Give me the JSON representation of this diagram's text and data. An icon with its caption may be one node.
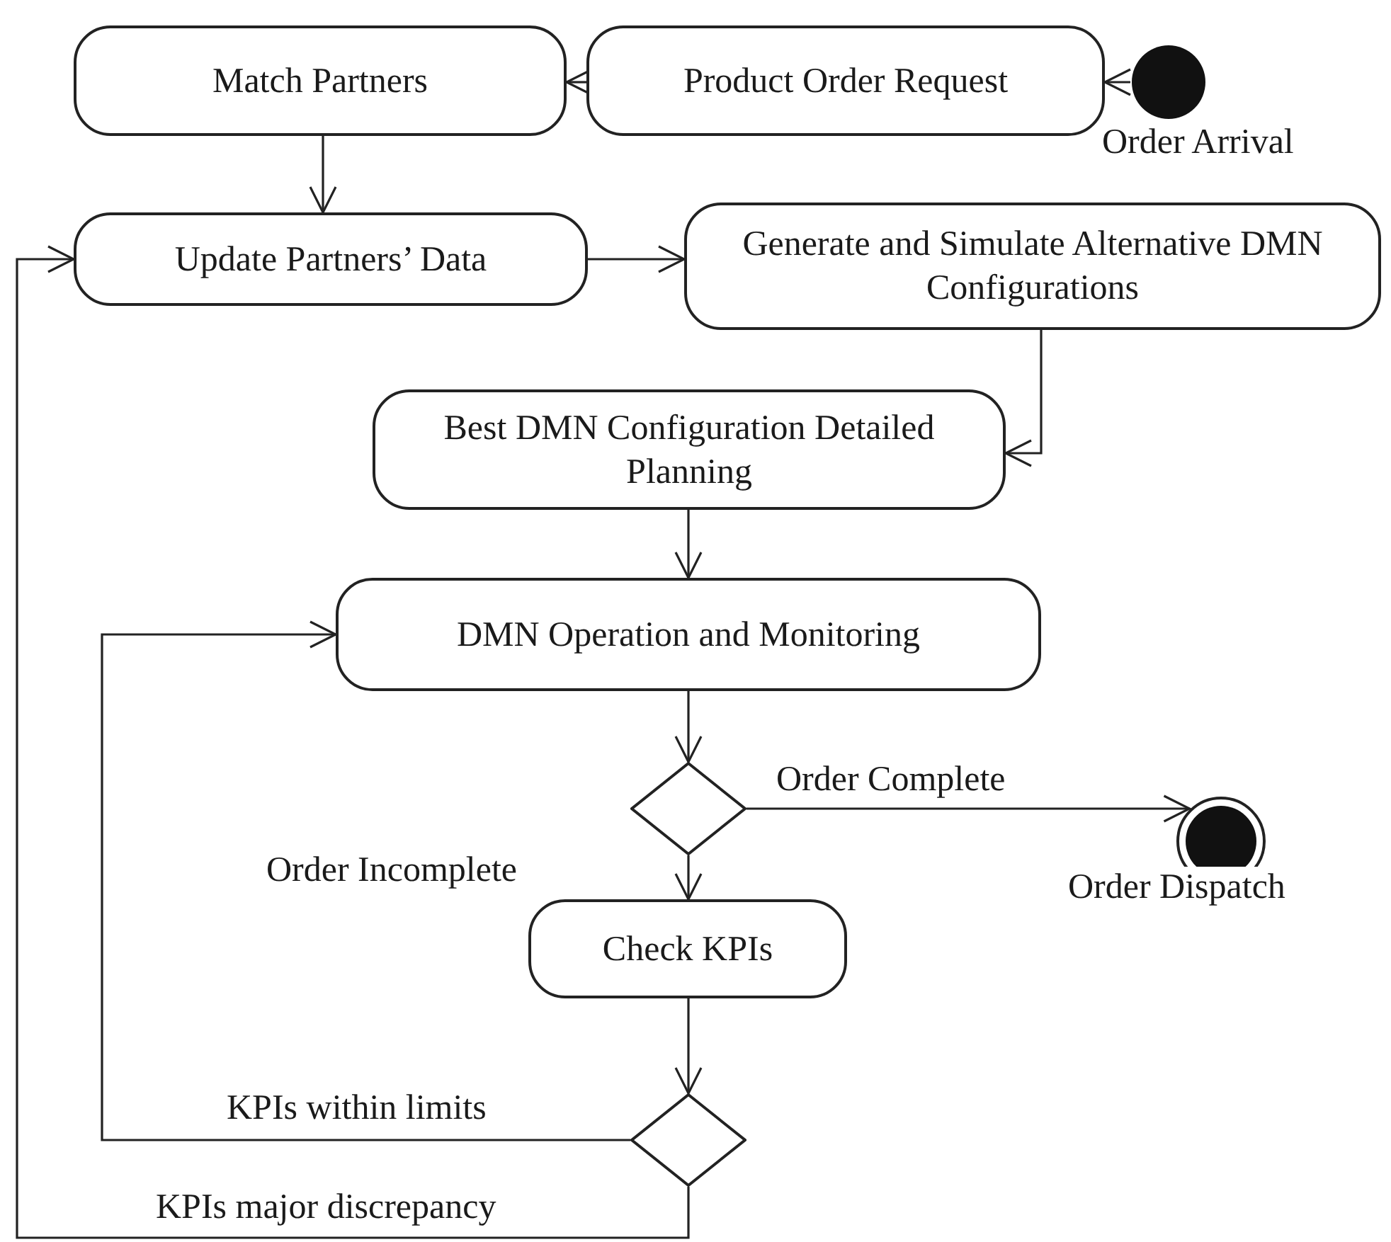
{
  "diagram": {
    "nodes": [
      {
        "text": [
          "Match Partners"
        ]
      },
      {
        "text": [
          "Product Order Request"
        ]
      },
      {
        "text": [],
        "shape": "circle",
        "beside": [
          "Order Arrival"
        ]
      },
      {
        "text": [
          "Update Partners’ Data"
        ]
      },
      {
        "text": [
          "Generate and Simulate Alternative DMN Configurations"
        ]
      },
      {
        "text": [
          "Best DMN Configuration Detailed Planning"
        ]
      },
      {
        "text": [
          "DMN Operation and Monitoring"
        ]
      },
      {
        "text": [],
        "shape": "diamond"
      },
      {
        "text": [],
        "shape": "circle",
        "beside": [
          "Order Dispatch"
        ]
      },
      {
        "text": [
          "Check KPIs"
        ]
      },
      {
        "text": [],
        "shape": "diamond"
      }
    ],
    "edges": [
      {
        "from": 2,
        "to": 1,
        "arrow": "to"
      },
      {
        "from": 1,
        "to": 0,
        "arrow": "to"
      },
      {
        "from": 0,
        "to": 3,
        "arrow": "to"
      },
      {
        "from": 3,
        "to": 4,
        "arrow": "to"
      },
      {
        "from": 4,
        "to": 5,
        "arrow": "to"
      },
      {
        "from": 5,
        "to": 6,
        "arrow": "to"
      },
      {
        "from": 6,
        "to": 7,
        "arrow": "to"
      },
      {
        "from": 7,
        "to": 8,
        "arrow": "to",
        "label": "Order Complete"
      },
      {
        "from": 7,
        "to": 9,
        "arrow": "to",
        "label": "Order Incomplete"
      },
      {
        "from": 9,
        "to": 10,
        "arrow": "to"
      },
      {
        "from": 10,
        "to": 6,
        "arrow": "to",
        "label": "KPIs within limits"
      },
      {
        "from": 10,
        "to": 3,
        "arrow": "to",
        "label": "KPIs major discrepancy"
      }
    ]
  }
}
